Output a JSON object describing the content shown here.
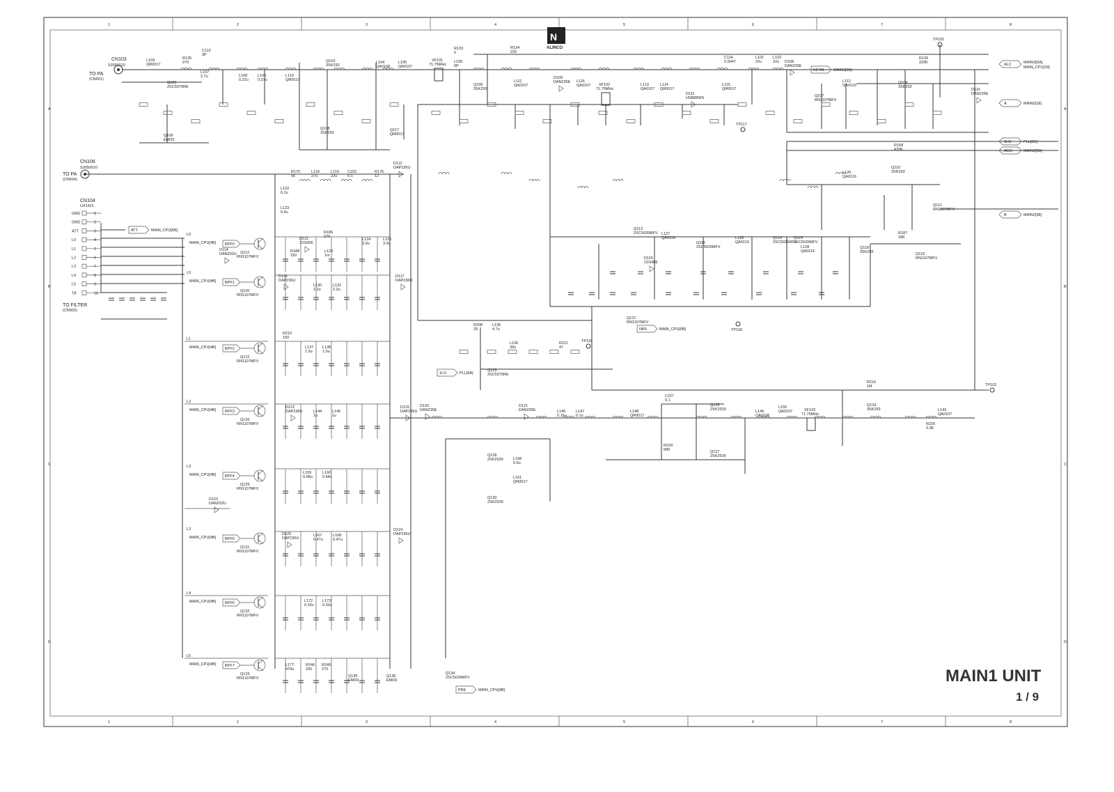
{
  "title": {
    "unit": "MAIN1 UNIT",
    "page": "1 / 9"
  },
  "logo": {
    "text": "ALINCO"
  },
  "grid": {
    "columns": [
      "1",
      "2",
      "3",
      "4",
      "5",
      "6",
      "7",
      "8"
    ],
    "rows": [
      "A",
      "B",
      "C",
      "D"
    ]
  },
  "connectors": [
    {
      "id": "cn103",
      "ref": "CN103",
      "part": "SJ050010",
      "dest": "TO PA",
      "dest2": "(CN601)"
    },
    {
      "id": "cn106",
      "ref": "CN106",
      "part": "SJ050010",
      "dest": "TO PA",
      "dest2": "(CN604)"
    },
    {
      "id": "cn104",
      "ref": "CN104",
      "part": "UX1421",
      "dest": "TO PA"
    },
    {
      "id": "tofilter",
      "ref": "TO FILTER",
      "part": "",
      "dest": "(CN902)"
    }
  ],
  "cn104_pins": [
    {
      "num": "1",
      "label": "GND"
    },
    {
      "num": "2",
      "label": "GND"
    },
    {
      "num": "3",
      "label": "ATT"
    },
    {
      "num": "4",
      "label": "L0"
    },
    {
      "num": "5",
      "label": "L1"
    },
    {
      "num": "6",
      "label": "L2"
    },
    {
      "num": "7",
      "label": "L3"
    },
    {
      "num": "8",
      "label": "L4"
    },
    {
      "num": "9",
      "label": "L5"
    },
    {
      "num": "10",
      "label": "T8"
    }
  ],
  "right_signals": [
    {
      "tag": "ALC",
      "dest": "MAIN3[DA]",
      "dest2": "MAIN_CPU[18]"
    },
    {
      "tag": "A",
      "dest": "MAIN2[18]",
      "dest2": ""
    },
    {
      "tag": "2LO",
      "dest": "PLL[6C]",
      "dest2": ""
    },
    {
      "tag": "AGC",
      "dest": "MAIN2[6B]",
      "dest2": ""
    },
    {
      "tag": "B",
      "dest": "MAIN2[38]",
      "dest2": ""
    }
  ],
  "test_points": [
    "TP101",
    "TP116",
    "TP117",
    "TP118",
    "TP102"
  ],
  "bpf_banks": [
    {
      "tag": "BPF0",
      "source": "MAIN_CPU[4B]",
      "q": "Q112",
      "q_part": "RN1107MFV",
      "line": "L0"
    },
    {
      "tag": "BPF1",
      "source": "MAIN_CPU[4B]",
      "q": "Q120",
      "q_part": "RN1107MFV",
      "line": "L0"
    },
    {
      "tag": "BPF2",
      "source": "MAIN_CPU[4B]",
      "q": "Q122",
      "q_part": "RN1107MFV",
      "line": "L1"
    },
    {
      "tag": "BPF3",
      "source": "MAIN_CPU[4B]",
      "q": "Q126",
      "q_part": "RN1107MFV",
      "line": "L2"
    },
    {
      "tag": "BPF4",
      "source": "MAIN_CPU[4B]",
      "q": "Q129",
      "q_part": "RN1107MFV",
      "line": "L3"
    },
    {
      "tag": "BPF5",
      "source": "MAIN_CPU[4B]",
      "q": "Q131",
      "q_part": "RN1107MFV",
      "line": "L3"
    },
    {
      "tag": "BPF6",
      "source": "MAIN_CPU[4B]",
      "q": "Q132",
      "q_part": "RN1107MFV",
      "line": "L4"
    },
    {
      "tag": "BPF7",
      "source": "MAIN_CPU[4B]",
      "q": "Q133",
      "q_part": "RN1107MFV",
      "line": "L5"
    }
  ],
  "inline_tags": [
    {
      "tag": "ATT",
      "dest": "MAIN_CPU[5B]"
    },
    {
      "tag": "NBS",
      "dest": "MAIN_CPU[5B]"
    },
    {
      "tag": "PRE",
      "dest": "MAIN_CPU[4B]"
    },
    {
      "tag": "1LO",
      "dest": "PLL[6A]"
    },
    {
      "tag": "KEYM",
      "dest": "MAIN3[6B]"
    }
  ],
  "crystal_filters": [
    {
      "ref": "XF101",
      "freq": "71.75MHz"
    },
    {
      "ref": "XF102",
      "freq": "71.75MHz"
    },
    {
      "ref": "XF103",
      "freq": "71.75MHz"
    }
  ],
  "transistors": [
    {
      "ref": "Q103",
      "part": "3SK293"
    },
    {
      "ref": "Q105",
      "part": "2SC5375RE"
    },
    {
      "ref": "Q106",
      "part": "3SK293"
    },
    {
      "ref": "Q108",
      "part": "3SK293"
    },
    {
      "ref": "Q109",
      "part": "EMD9"
    },
    {
      "ref": "Q117",
      "part": "QR0017"
    },
    {
      "ref": "Q107",
      "part": "RN1107MFV"
    },
    {
      "ref": "Q104",
      "part": "3SK293"
    },
    {
      "ref": "Q110",
      "part": "3SK293"
    },
    {
      "ref": "Q111",
      "part": "RN1107MFV"
    },
    {
      "ref": "Q119",
      "part": "RN1107MFV"
    },
    {
      "ref": "Q113",
      "part": "2SC5026MFV"
    },
    {
      "ref": "Q116",
      "part": "2SC5026MFV"
    },
    {
      "ref": "Q114",
      "part": "2SC5026MFV"
    },
    {
      "ref": "Q115",
      "part": "2SC5026MFV"
    },
    {
      "ref": "Q118",
      "part": "3SK293"
    },
    {
      "ref": "Q121",
      "part": "RN1107MFV"
    },
    {
      "ref": "Q123",
      "part": "2SC5375RE"
    },
    {
      "ref": "Q125",
      "part": "2SK2539"
    },
    {
      "ref": "Q127",
      "part": "2SK2539"
    },
    {
      "ref": "Q124",
      "part": "3SK293"
    },
    {
      "ref": "Q128",
      "part": "2SK2539"
    },
    {
      "ref": "Q130",
      "part": "2SK2539"
    },
    {
      "ref": "Q134",
      "part": "2SC5026MFV"
    },
    {
      "ref": "Q135",
      "part": "EMD9"
    },
    {
      "ref": "Q136",
      "part": "EMD9"
    }
  ],
  "diodes": [
    {
      "ref": "D108",
      "part": "DAN235E"
    },
    {
      "ref": "D109",
      "part": "DAN235E"
    },
    {
      "ref": "D110",
      "part": "DAN235E"
    },
    {
      "ref": "D111",
      "part": "HSB88WS"
    },
    {
      "ref": "D112",
      "part": "DAP236U"
    },
    {
      "ref": "D113",
      "part": "1SS356"
    },
    {
      "ref": "D114",
      "part": "DAN202U"
    },
    {
      "ref": "D115",
      "part": "1SS405"
    },
    {
      "ref": "D116",
      "part": "DAP236U"
    },
    {
      "ref": "D117",
      "part": "DAP236U"
    },
    {
      "ref": "D119",
      "part": "DAP236U"
    },
    {
      "ref": "D120",
      "part": "DAN235E"
    },
    {
      "ref": "D121",
      "part": "DAN235E"
    },
    {
      "ref": "D122",
      "part": "DAP236U"
    },
    {
      "ref": "D123",
      "part": "DAN202U"
    },
    {
      "ref": "D124",
      "part": "DAP236U"
    },
    {
      "ref": "D125",
      "part": "DAP236U"
    }
  ],
  "passives_top": [
    {
      "ref": "L103",
      "val": "QR0017"
    },
    {
      "ref": "R135",
      "val": "270"
    },
    {
      "ref": "C113",
      "val": "3P"
    },
    {
      "ref": "L107",
      "val": "2.7u"
    },
    {
      "ref": "L108",
      "val": "0.22u"
    },
    {
      "ref": "L109",
      "val": "0.27u"
    },
    {
      "ref": "L110",
      "val": "QR0017"
    },
    {
      "ref": "L104",
      "val": "QA0108"
    },
    {
      "ref": "L105",
      "val": "QA0107"
    },
    {
      "ref": "R133",
      "val": "0"
    },
    {
      "ref": "L106",
      "val": "5P"
    },
    {
      "ref": "R134",
      "val": "220"
    },
    {
      "ref": "L111",
      "val": "QA0107"
    },
    {
      "ref": "L116",
      "val": "QA0107"
    },
    {
      "ref": "L113",
      "val": "QA0107"
    },
    {
      "ref": "L114",
      "val": "QR0017"
    },
    {
      "ref": "L115",
      "val": "QR0017"
    },
    {
      "ref": "C114",
      "val": "0.0047"
    },
    {
      "ref": "L101",
      "val": "22u"
    },
    {
      "ref": "L102",
      "val": "22u"
    },
    {
      "ref": "L112",
      "val": "QA0119"
    },
    {
      "ref": "R136",
      "val": "220K"
    },
    {
      "ref": "L120",
      "val": "QA0119"
    },
    {
      "ref": "L127",
      "val": "QA0119"
    },
    {
      "ref": "L126",
      "val": "QA0119"
    },
    {
      "ref": "L128",
      "val": "QA0119"
    },
    {
      "ref": "R187",
      "val": "18K"
    },
    {
      "ref": "R168",
      "val": "470K"
    }
  ],
  "passives_mid": [
    {
      "ref": "R175",
      "val": "56"
    },
    {
      "ref": "L118",
      "val": "27u"
    },
    {
      "ref": "L119",
      "val": "22u"
    },
    {
      "ref": "C152",
      "val": "0.1"
    },
    {
      "ref": "R176",
      "val": "12"
    },
    {
      "ref": "L122",
      "val": "6.2u"
    },
    {
      "ref": "L123",
      "val": "5.6u"
    },
    {
      "ref": "R186",
      "val": "270"
    },
    {
      "ref": "L124",
      "val": "3.9u"
    },
    {
      "ref": "L125",
      "val": "3.9u"
    },
    {
      "ref": "R188",
      "val": "150"
    },
    {
      "ref": "L129",
      "val": "1m"
    },
    {
      "ref": "L130",
      "val": "2.2u"
    },
    {
      "ref": "L131",
      "val": "2.2u"
    },
    {
      "ref": "R210",
      "val": "150"
    },
    {
      "ref": "L137",
      "val": "1.5u"
    },
    {
      "ref": "L138",
      "val": "1.5u"
    },
    {
      "ref": "R208",
      "val": "33"
    },
    {
      "ref": "L135",
      "val": "4.7u"
    },
    {
      "ref": "L136",
      "val": "39n"
    },
    {
      "ref": "R211",
      "val": "47"
    },
    {
      "ref": "L144",
      "val": "1u"
    },
    {
      "ref": "L145",
      "val": "1u"
    },
    {
      "ref": "L146",
      "val": "0.15u"
    },
    {
      "ref": "L147",
      "val": "0.1u"
    },
    {
      "ref": "L148",
      "val": "QR0017"
    },
    {
      "ref": "C227",
      "val": "0.1"
    },
    {
      "ref": "R229",
      "val": "680"
    },
    {
      "ref": "L149",
      "val": "QA0108"
    },
    {
      "ref": "L150",
      "val": "QA0107"
    },
    {
      "ref": "R216",
      "val": "1M"
    },
    {
      "ref": "L143",
      "val": "QA0107"
    },
    {
      "ref": "R226",
      "val": "3.3K"
    },
    {
      "ref": "L159",
      "val": "0.68u"
    },
    {
      "ref": "L160",
      "val": "0.68u"
    },
    {
      "ref": "L167",
      "val": "0.47u"
    },
    {
      "ref": "L168",
      "val": "0.47u"
    },
    {
      "ref": "L172",
      "val": "0.33u"
    },
    {
      "ref": "L173",
      "val": "0.33u"
    },
    {
      "ref": "L177",
      "val": "470u"
    },
    {
      "ref": "R246",
      "val": "330"
    },
    {
      "ref": "R249",
      "val": "270"
    },
    {
      "ref": "L158",
      "val": "5.6u"
    },
    {
      "ref": "L161",
      "val": "QR0017"
    }
  ]
}
